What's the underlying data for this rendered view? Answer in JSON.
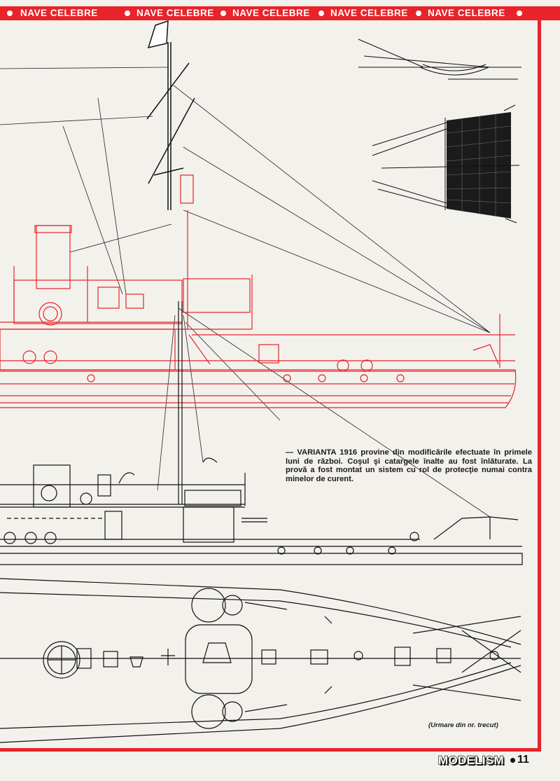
{
  "header": {
    "repeat_label": "NAVE CELEBRE",
    "accent_color": "#e8232a"
  },
  "caption": {
    "text": "— VARIANTA 1916 provine din modificările efectuate în primele luni de război. Coşul şi catargele înalte au fost înlăturate. La provă a fost montat un sistem cu rol de protecţie numai contra minelor de curent."
  },
  "continuation_note": "(Urmare din nr. trecut)",
  "footer": {
    "magazine": "MODELISM",
    "page_number": "11"
  }
}
